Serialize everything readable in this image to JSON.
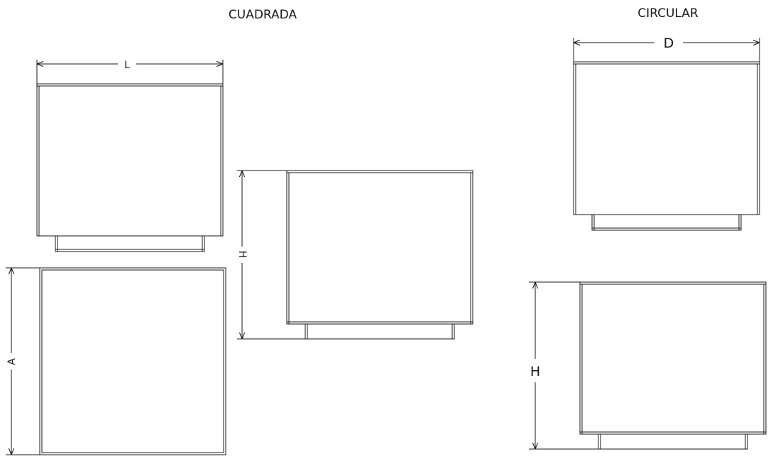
{
  "sections": {
    "square_title": "CUADRADA",
    "circular_title": "CIRCULAR"
  },
  "dimensions": {
    "square_length": "L",
    "square_side": "A",
    "square_height": "H",
    "circular_diameter": "D",
    "circular_height": "H"
  },
  "colors": {
    "line": "#1a1a1a",
    "background": "#ffffff"
  }
}
